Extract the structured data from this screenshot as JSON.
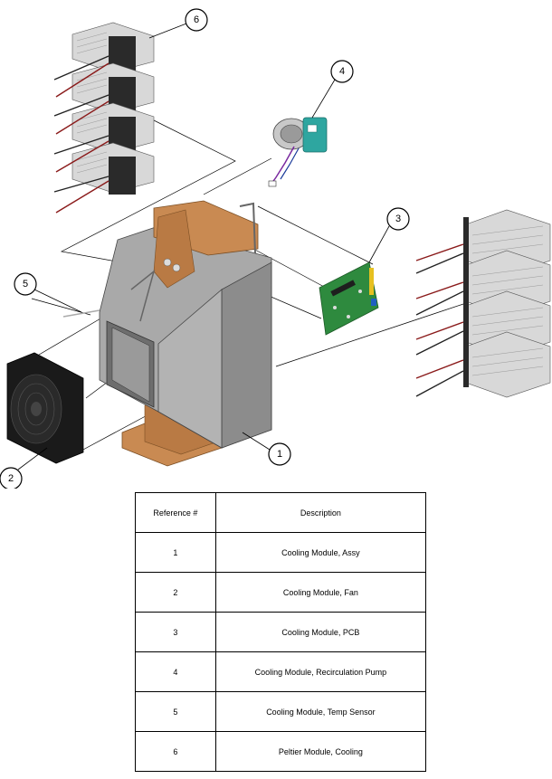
{
  "callouts": [
    "1",
    "2",
    "3",
    "4",
    "5",
    "6"
  ],
  "table": {
    "headers": [
      "Reference #",
      "Description"
    ],
    "rows": [
      {
        "ref": "1",
        "desc": "Cooling Module, Assy"
      },
      {
        "ref": "2",
        "desc": "Cooling Module, Fan"
      },
      {
        "ref": "3",
        "desc": "Cooling Module, PCB"
      },
      {
        "ref": "4",
        "desc": "Cooling Module, Recirculation Pump"
      },
      {
        "ref": "5",
        "desc": "Cooling Module, Temp Sensor"
      },
      {
        "ref": "6",
        "desc": "Peltier Module, Cooling"
      }
    ]
  },
  "colors": {
    "housing": "#a9a9a9",
    "housing_dark": "#8c8c8c",
    "copper": "#c98a52",
    "heatsink": "#d8d8d8",
    "pcb": "#2e8a3e",
    "pump": "#2ea6a0",
    "fan": "#1a1a1a"
  }
}
